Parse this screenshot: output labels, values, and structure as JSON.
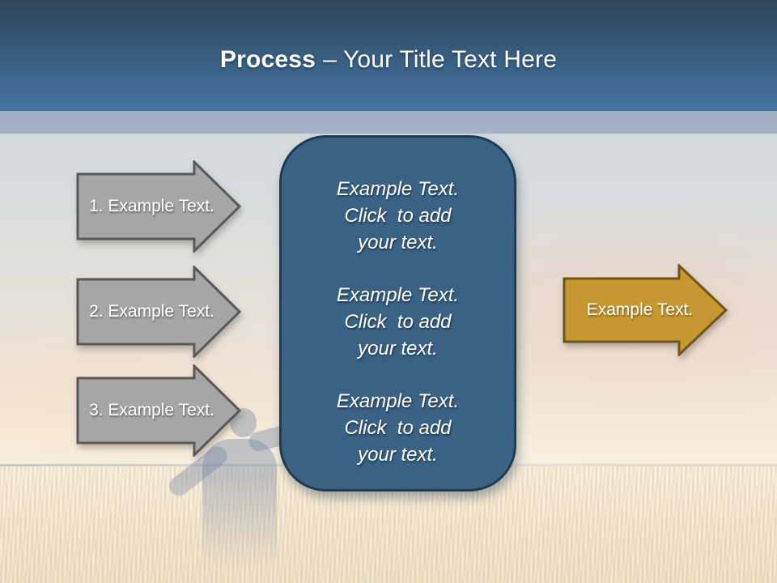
{
  "slide": {
    "title_bold": "Process",
    "title_rest": "– Your Title Text Here"
  },
  "process_arrows": [
    {
      "label": "1. Example Text."
    },
    {
      "label": "2. Example Text."
    },
    {
      "label": "3. Example Text."
    }
  ],
  "panel": {
    "blocks": [
      {
        "line1": "Example Text.",
        "line2": "Click  to add",
        "line3": "your text."
      },
      {
        "line1": "Example Text.",
        "line2": "Click  to add",
        "line3": "your text."
      },
      {
        "line1": "Example Text.",
        "line2": "Click  to add",
        "line3": "your text."
      }
    ]
  },
  "result_arrow": {
    "label": "Example Text."
  },
  "colors": {
    "header_top": "#2e4557",
    "header_bottom": "#4274a3",
    "sub_band": "#a4b2c6",
    "panel_fill": "#3a6284",
    "panel_border": "#1e3c52",
    "gray_arrow_fill": "#a6a6a6",
    "gray_arrow_border": "#595959",
    "gold_arrow_fill": "#c79730",
    "gold_arrow_border": "#6e561b",
    "text": "#ffffff"
  }
}
